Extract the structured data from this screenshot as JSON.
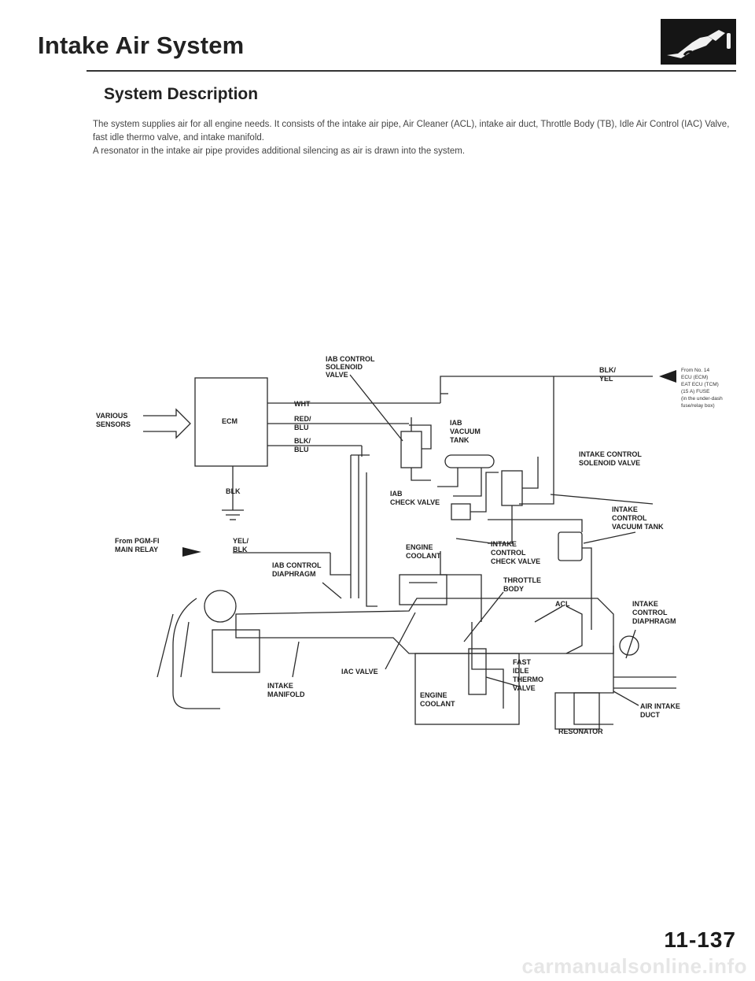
{
  "header": {
    "title": "Intake Air System"
  },
  "section": {
    "title": "System Description",
    "paragraphs": [
      "The system supplies air for all engine needs. It consists of the intake air pipe, Air Cleaner (ACL), intake air duct, Throttle Body (TB), Idle Air Control (IAC) Valve, fast idle thermo valve, and intake manifold.",
      "A resonator in the intake air pipe provides additional silencing as air is drawn into the system."
    ]
  },
  "diagram": {
    "labels": {
      "iab_solenoid": [
        "IAB CONTROL",
        "SOLENOID",
        "VALVE"
      ],
      "various_sensors": [
        "VARIOUS",
        "SENSORS"
      ],
      "ecm": "ECM",
      "wht": "WHT",
      "red_blu": [
        "RED/",
        "BLU"
      ],
      "blk_blu": [
        "BLK/",
        "BLU"
      ],
      "blk": "BLK",
      "from_pgm": [
        "From PGM-FI",
        "MAIN RELAY"
      ],
      "yel_blk": [
        "YEL/",
        "BLK"
      ],
      "iab_diaphragm": [
        "IAB CONTROL",
        "DIAPHRAGM"
      ],
      "iab_vacuum_tank": [
        "IAB",
        "VACUUM",
        "TANK"
      ],
      "iab_check_valve": [
        "IAB",
        "CHECK VALVE"
      ],
      "blk_yel": [
        "BLK/",
        "YEL"
      ],
      "from_fuse": [
        "From No. 14",
        "ECU (ECM)",
        "EAT ECU (TCM)",
        "(15 A) FUSE",
        "(in the under-dash",
        "fuse/relay box)"
      ],
      "intake_solenoid": [
        "INTAKE CONTROL",
        "SOLENOID VALVE"
      ],
      "intake_vacuum_tank": [
        "INTAKE",
        "CONTROL",
        "VACUUM TANK"
      ],
      "engine_coolant_top": [
        "ENGINE",
        "COOLANT"
      ],
      "intake_check_valve": [
        "INTAKE",
        "CONTROL",
        "CHECK VALVE"
      ],
      "throttle_body": [
        "THROTTLE",
        "BODY"
      ],
      "acl": "ACL",
      "intake_diaphragm": [
        "INTAKE",
        "CONTROL",
        "DIAPHRAGM"
      ],
      "iac_valve": "IAC VALVE",
      "intake_manifold": [
        "INTAKE",
        "MANIFOLD"
      ],
      "fast_idle": [
        "FAST",
        "IDLE",
        "THERMO",
        "VALVE"
      ],
      "engine_coolant_bottom": [
        "ENGINE",
        "COOLANT"
      ],
      "air_intake_duct": [
        "AIR INTAKE",
        "DUCT"
      ],
      "resonator": "RESONATOR"
    }
  },
  "footer": {
    "page_number": "11-137",
    "watermark": "carmanualsonline.info"
  }
}
